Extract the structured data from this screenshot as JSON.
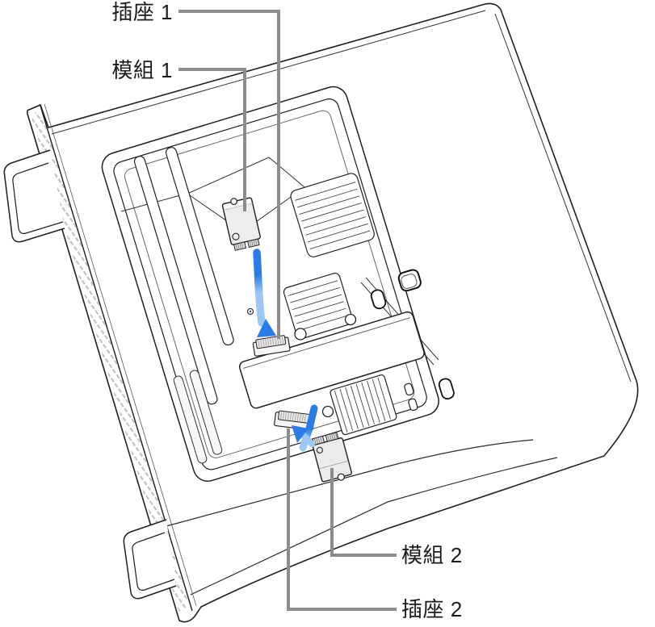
{
  "diagram": {
    "labels": {
      "socket1": "插座 1",
      "module1": "模組 1",
      "module2": "模組 2",
      "socket2": "插座 2"
    },
    "parts": [
      "mac-pro-case",
      "front-panel-lattice",
      "top-handle",
      "bottom-handle",
      "housing-rim",
      "ssd-module-1",
      "ssd-socket-1",
      "ssd-module-2",
      "ssd-socket-2",
      "heatsink-upper",
      "heatsink-mid",
      "heatsink-lower",
      "insert-arrow-1",
      "insert-arrow-2"
    ],
    "colors": {
      "background": "#ffffff",
      "line": "#1f1f1f",
      "callout": "#8c8c8c",
      "arrow_dark": "#2b7ce6",
      "arrow_light": "#9dc8f6",
      "module_fill": "#ededed"
    }
  }
}
